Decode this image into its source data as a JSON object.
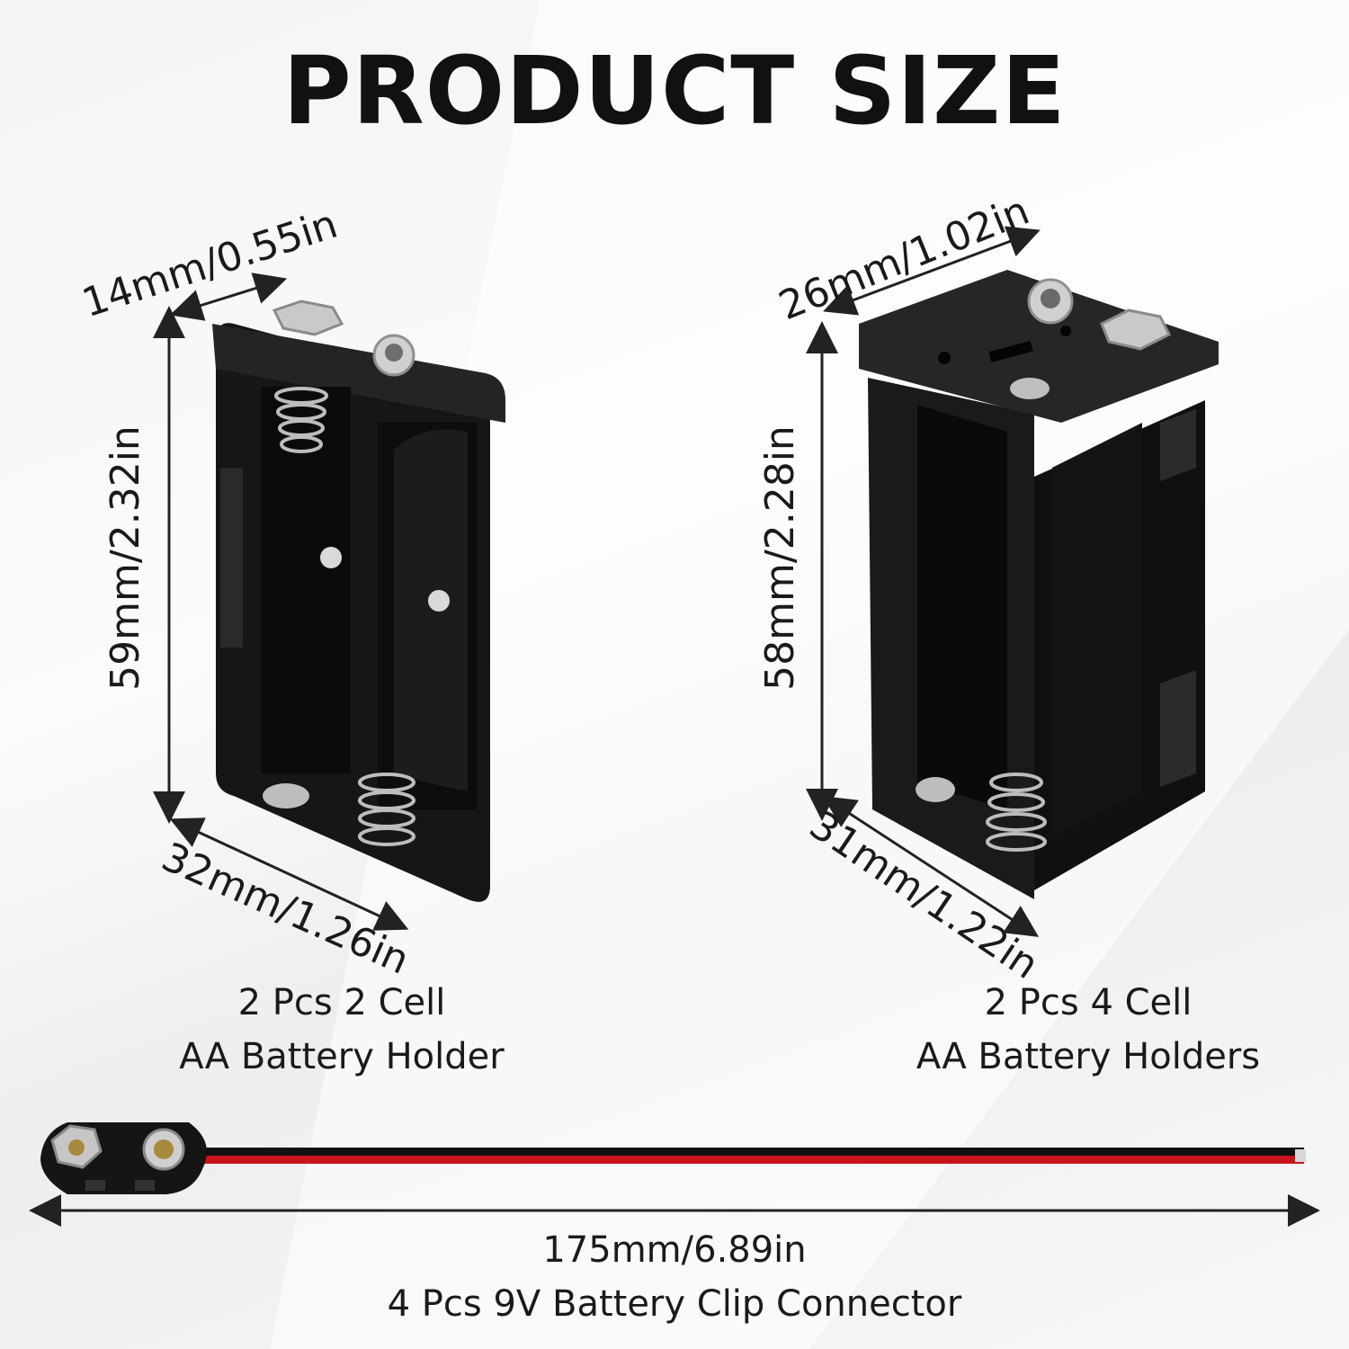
{
  "title": "PRODUCT SIZE",
  "holder_2cell": {
    "dim_depth": "14mm/0.55in",
    "dim_height": "59mm/2.32in",
    "dim_width": "32mm/1.26in",
    "caption_line1": "2 Pcs 2 Cell",
    "caption_line2": "AA Battery Holder"
  },
  "holder_4cell": {
    "dim_depth": "26mm/1.02in",
    "dim_height": "58mm/2.28in",
    "dim_width": "31mm/1.22in",
    "caption_line1": "2 Pcs 4 Cell",
    "caption_line2": "AA Battery Holders"
  },
  "clip_9v": {
    "dim_length": "175mm/6.89in",
    "caption": "4 Pcs 9V Battery Clip Connector"
  },
  "colors": {
    "plastic": "#151515",
    "wire_red": "#c8141a",
    "wire_black": "#111111",
    "metal": "#c9c9c9"
  }
}
